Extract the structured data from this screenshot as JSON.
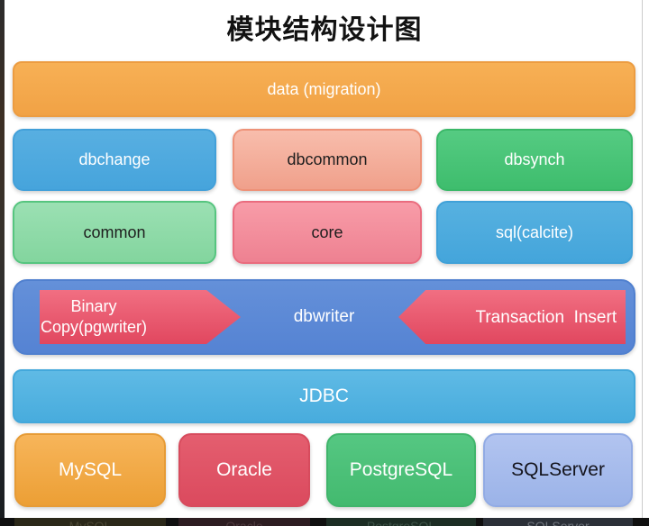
{
  "diagram": {
    "title": "模块结构设计图",
    "rows": [
      {
        "name": "layer-data",
        "boxes": [
          {
            "label": "data (migration)"
          }
        ]
      },
      {
        "name": "layer-modules-upper",
        "boxes": [
          {
            "label": "dbchange"
          },
          {
            "label": "dbcommon"
          },
          {
            "label": "dbsynch"
          }
        ]
      },
      {
        "name": "layer-modules-lower",
        "boxes": [
          {
            "label": "common"
          },
          {
            "label": "core"
          },
          {
            "label": "sql(calcite)"
          }
        ]
      },
      {
        "name": "layer-dbwriter",
        "boxes": [
          {
            "label": "dbwriter"
          }
        ],
        "arrows": [
          {
            "line1": "Binary",
            "line2": "Copy(pgwriter)",
            "direction": "right"
          },
          {
            "label": "Transaction  Insert",
            "direction": "left"
          }
        ]
      },
      {
        "name": "layer-jdbc",
        "boxes": [
          {
            "label": "JDBC"
          }
        ]
      },
      {
        "name": "layer-databases",
        "boxes": [
          {
            "label": "MySQL"
          },
          {
            "label": "Oracle"
          },
          {
            "label": "PostgreSQL"
          },
          {
            "label": "SQLServer"
          }
        ]
      }
    ],
    "footer_ghost": {
      "labels": [
        "MySQL",
        "Oracle",
        "PostgreSQL",
        "SQLServer"
      ]
    },
    "palette": {
      "data_orange": "#F2A748",
      "module_blue": "#4BA9DE",
      "dbcommon_salmon": "#F4AE9A",
      "dbsynch_green": "#47C276",
      "common_light_green": "#8FDAA8",
      "core_pink": "#F28E9B",
      "dbwriter_periwinkle": "#5D8CD7",
      "arrow_red": "#E85A6F",
      "jdbc_sky_blue": "#51B2E0",
      "mysql_orange": "#F1A844",
      "oracle_red": "#DF5364",
      "postgresql_green": "#4CC078",
      "sqlserver_blue": "#A6BBEC",
      "title_color": "#111111",
      "white_text": "#FFFFFF",
      "dark_text": "#1E1E1E"
    }
  }
}
